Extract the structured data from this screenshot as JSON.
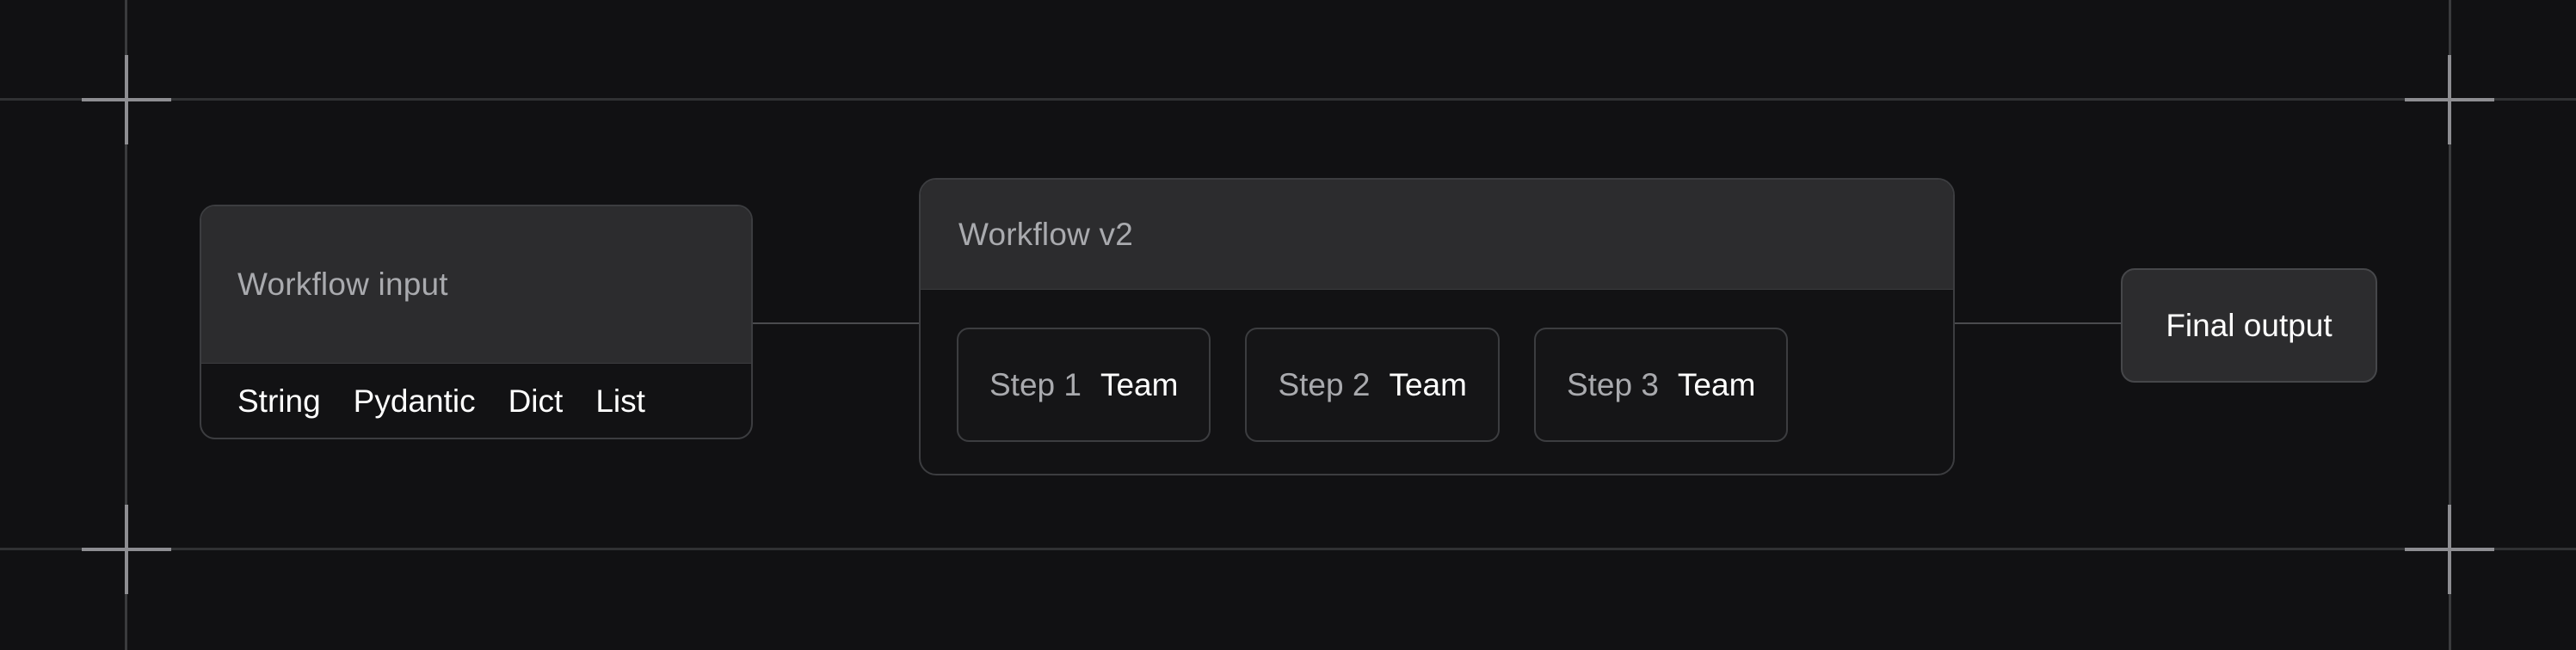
{
  "canvas": {
    "background_color": "#111113",
    "guide_color": "#3a3b3d",
    "edge_color": "#4a4b4e",
    "crosshair_color": "#8e8e92"
  },
  "nodes": {
    "workflow_input": {
      "title": "Workflow input",
      "title_color": "#a9aaae",
      "header_color": "#2c2c2e",
      "body_color": "#121214",
      "types": [
        {
          "label": "String"
        },
        {
          "label": "Pydantic"
        },
        {
          "label": "Dict"
        },
        {
          "label": "List"
        }
      ]
    },
    "workflow": {
      "title": "Workflow v2",
      "title_color": "#a9aaae",
      "header_color": "#2c2c2e",
      "body_color": "#121214",
      "steps": [
        {
          "label": "Step 1",
          "value": "Team"
        },
        {
          "label": "Step 2",
          "value": "Team"
        },
        {
          "label": "Step 3",
          "value": "Team"
        }
      ]
    },
    "final_output": {
      "label": "Final output",
      "label_color": "#ffffff",
      "background_color": "#2c2c2e"
    }
  },
  "markers": {
    "crosshairs": [
      {
        "name": "crosshair-top-left"
      },
      {
        "name": "crosshair-bottom-left"
      },
      {
        "name": "crosshair-top-right"
      },
      {
        "name": "crosshair-bottom-right"
      }
    ]
  }
}
